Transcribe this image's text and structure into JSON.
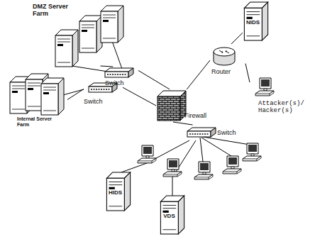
{
  "diagram": {
    "nodes": [
      {
        "text": [
          "DMZ Server Farm"
        ]
      },
      {
        "text": [
          "Switch"
        ]
      },
      {
        "text": [
          "Internal Server Farm"
        ]
      },
      {
        "text": [
          "Switch"
        ]
      },
      {
        "text": [
          "Firewall"
        ]
      },
      {
        "text": [
          "NIDS"
        ]
      },
      {
        "text": [
          "Router"
        ]
      },
      {
        "text": [
          "Attacker(s)/ Hacker(s)"
        ]
      },
      {
        "text": [
          "Switch"
        ]
      },
      {
        "text": [
          "HIDS"
        ]
      },
      {
        "text": [
          "VDS"
        ]
      }
    ],
    "edges": [
      {
        "from": 0,
        "to": 1,
        "arrow": "none"
      },
      {
        "from": 1,
        "to": 4,
        "arrow": "none"
      },
      {
        "from": 3,
        "to": 2,
        "arrow": "none"
      },
      {
        "from": 3,
        "to": 4,
        "arrow": "none"
      },
      {
        "from": 4,
        "to": 6,
        "arrow": "none"
      },
      {
        "from": 6,
        "to": 5,
        "arrow": "none"
      },
      {
        "from": 6,
        "to": 7,
        "arrow": "none"
      },
      {
        "from": 4,
        "to": 8,
        "arrow": "none"
      },
      {
        "from": 8,
        "to": 9,
        "arrow": "none"
      },
      {
        "from": 8,
        "to": 10,
        "arrow": "none"
      }
    ]
  }
}
